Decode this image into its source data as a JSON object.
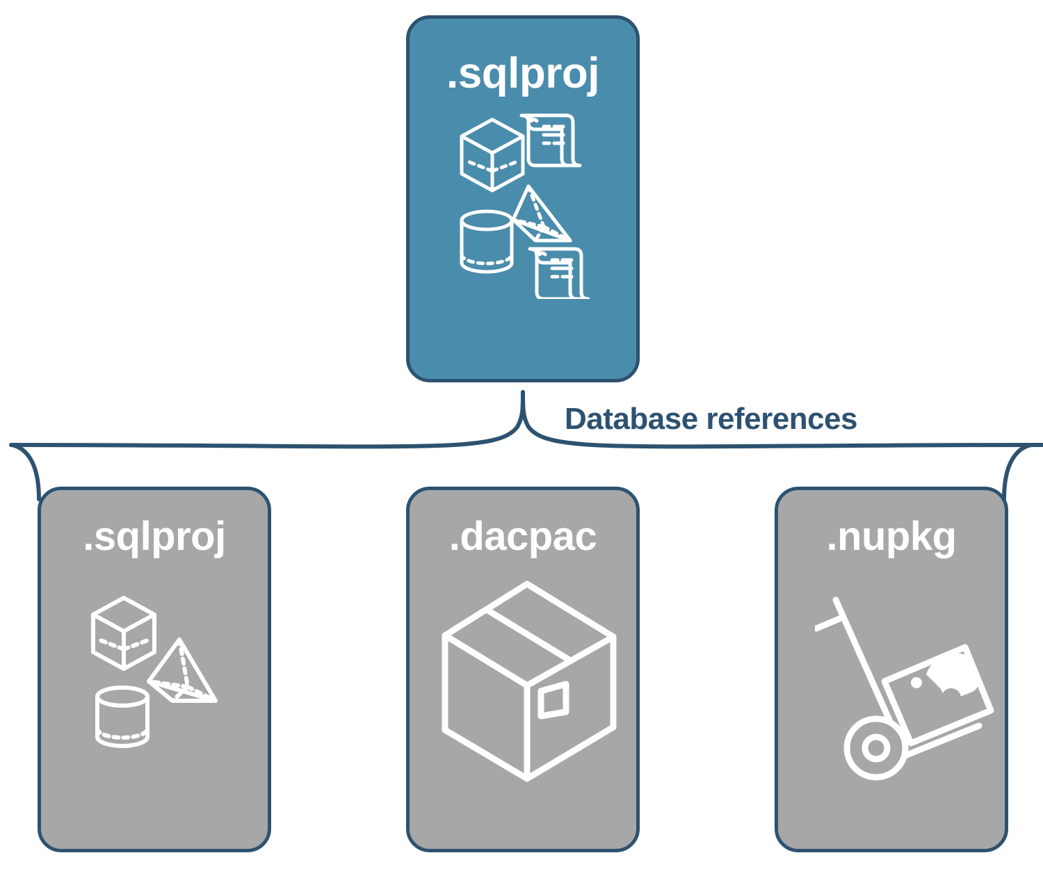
{
  "diagram": {
    "title": "Database references",
    "colors": {
      "card_primary_fill": "#4a8cab",
      "card_secondary_fill": "#a7a7a7",
      "border": "#2d5271",
      "label_text": "#2d5271",
      "icon_stroke": "#ffffff",
      "background": "#ffffff"
    }
  },
  "top_node": {
    "label": ".sqlproj",
    "icons": [
      "cube-icon",
      "script-scroll-icon",
      "pyramid-icon",
      "cylinder-icon",
      "script-scroll-icon"
    ]
  },
  "connector": {
    "label": "Database references",
    "type": "curly-brace"
  },
  "children": [
    {
      "label": ".sqlproj",
      "icons": [
        "cube-icon",
        "pyramid-icon",
        "cylinder-icon"
      ]
    },
    {
      "label": ".dacpac",
      "icons": [
        "package-box-icon"
      ]
    },
    {
      "label": ".nupkg",
      "icons": [
        "hand-truck-package-icon"
      ]
    }
  ]
}
